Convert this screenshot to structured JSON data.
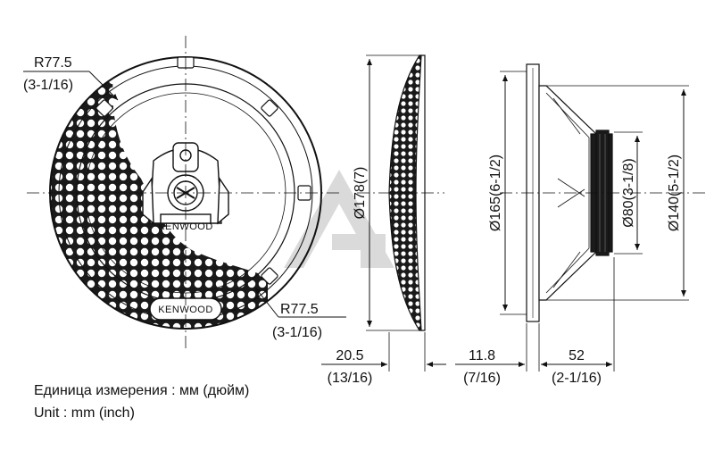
{
  "brand_label": "KENWOOD",
  "dimensions": {
    "grille_radius_top": {
      "mm": "R77.5",
      "inch": "(3-1/16)"
    },
    "grille_radius_bottom": {
      "mm": "R77.5",
      "inch": "(3-1/16)"
    },
    "overall_diameter": "Ø178(7)",
    "cutout_diameter": "Ø165(6-1/2)",
    "magnet_diameter": "Ø80(3-1/8)",
    "mount_diameter": "Ø140(5-1/2)",
    "grille_depth": {
      "mm": "20.5",
      "inch": "(13/16)"
    },
    "flange_thickness": {
      "mm": "11.8",
      "inch": "(7/16)"
    },
    "mounting_depth": {
      "mm": "52",
      "inch": "(2-1/16)"
    }
  },
  "units": {
    "russian": "Единица измерения : мм (дюйм)",
    "english": "Unit : mm (inch)"
  },
  "colors": {
    "line": "#111111",
    "magnet": "#1a1a1a",
    "watermark": "#d4d4d4"
  }
}
